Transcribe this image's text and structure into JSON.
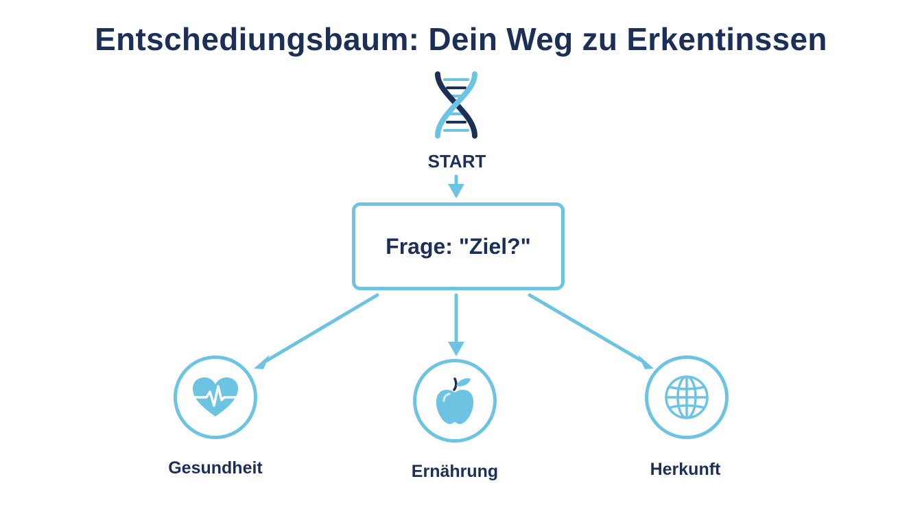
{
  "title": "Entschediungsbaum: Dein Weg zu Erkentinssen",
  "start": {
    "label": "START",
    "icon": "dna-icon"
  },
  "question": {
    "text": "Frage: \"Ziel?\""
  },
  "options": [
    {
      "label": "Gesundheit",
      "icon": "heart-pulse-icon"
    },
    {
      "label": "Ernährung",
      "icon": "apple-icon"
    },
    {
      "label": "Herkunft",
      "icon": "globe-icon"
    }
  ],
  "colors": {
    "accent": "#6cc4e2",
    "text": "#1b2f57"
  }
}
